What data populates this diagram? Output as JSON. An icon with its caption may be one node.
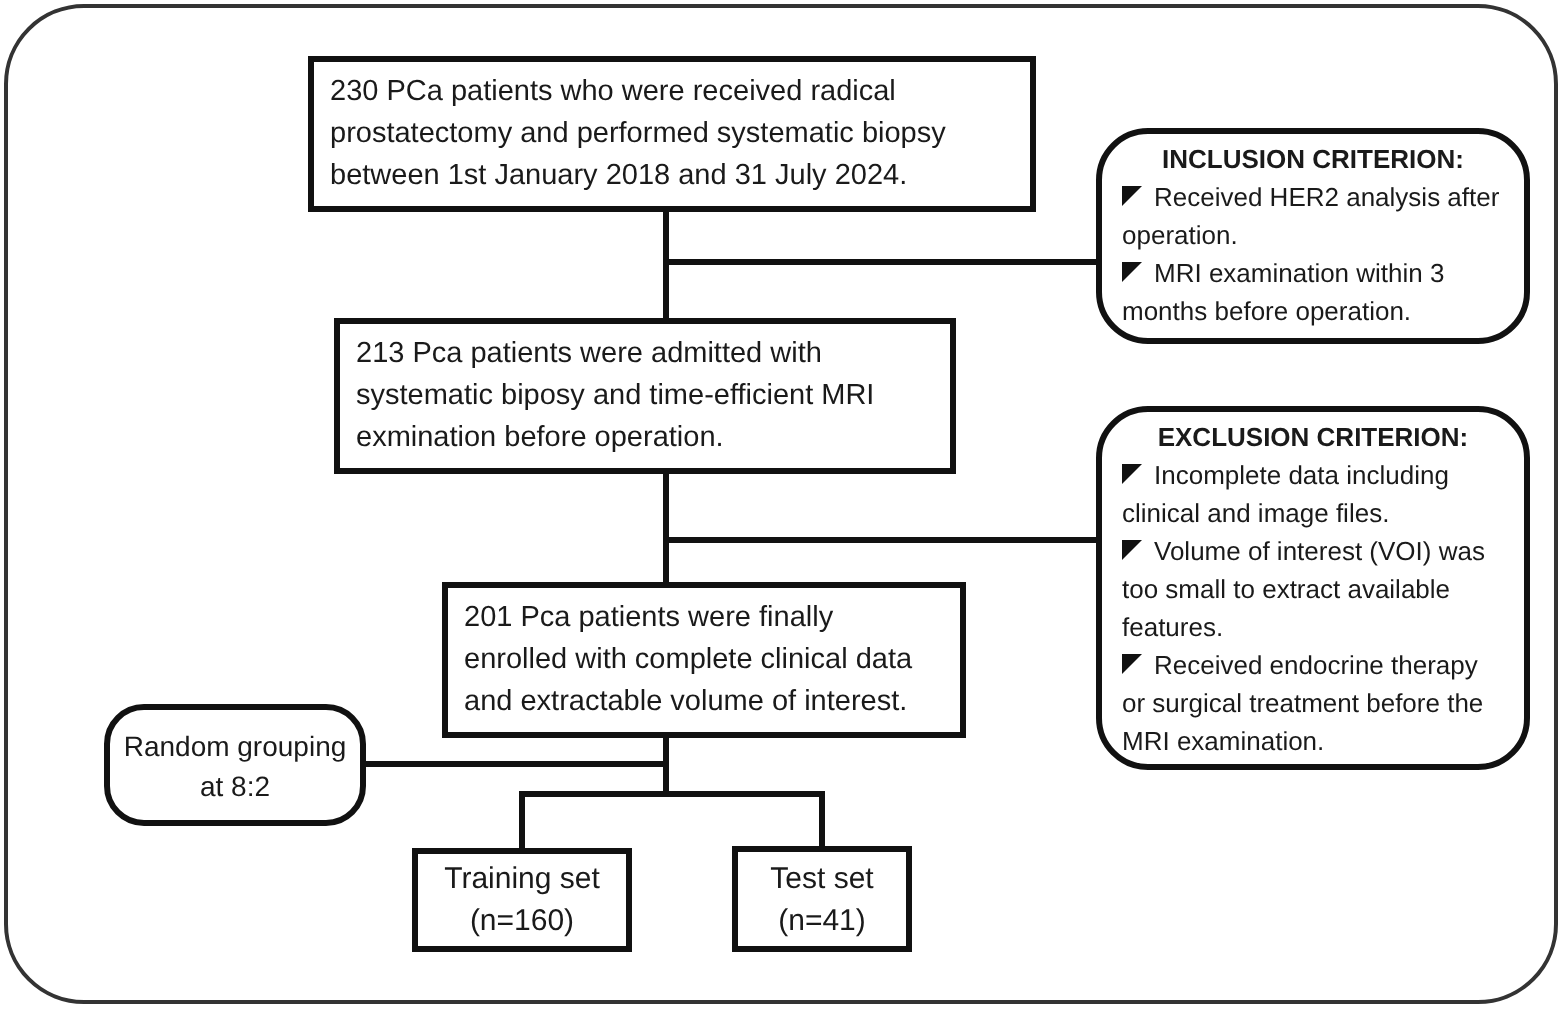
{
  "diagram": {
    "nodes": [
      {
        "text": [
          "230 PCa patients who were received radical prostatectomy and performed systematic biopsy between 1st January 2018 and 31 July 2024."
        ]
      },
      {
        "text": [
          "INCLUSION CRITERION:",
          "Received HER2 analysis after operation.",
          "MRI examination within 3 months before operation."
        ]
      },
      {
        "text": [
          "213 Pca patients were admitted with systematic biposy and time-efficient MRI exmination before operation."
        ]
      },
      {
        "text": [
          "EXCLUSION CRITERION:",
          "Incomplete data including clinical and image files.",
          "Volume of interest (VOI) was too small to extract available features.",
          "Received endocrine therapy or surgical treatment before the MRI examination."
        ]
      },
      {
        "text": [
          "201 Pca patients were finally enrolled with complete clinical data and extractable volume of interest."
        ]
      },
      {
        "text": [
          "Random grouping at 8:2"
        ]
      },
      {
        "text": [
          "Training set (n=160)"
        ]
      },
      {
        "text": [
          "Test set (n=41)"
        ]
      }
    ],
    "edges": [
      {
        "from": 0,
        "to": 1,
        "arrow": "none"
      },
      {
        "from": 0,
        "to": 2,
        "arrow": "none"
      },
      {
        "from": 2,
        "to": 3,
        "arrow": "none"
      },
      {
        "from": 2,
        "to": 4,
        "arrow": "none"
      },
      {
        "from": 4,
        "to": 5,
        "arrow": "none"
      },
      {
        "from": 4,
        "to": 6,
        "arrow": "none"
      },
      {
        "from": 4,
        "to": 7,
        "arrow": "none"
      }
    ]
  }
}
